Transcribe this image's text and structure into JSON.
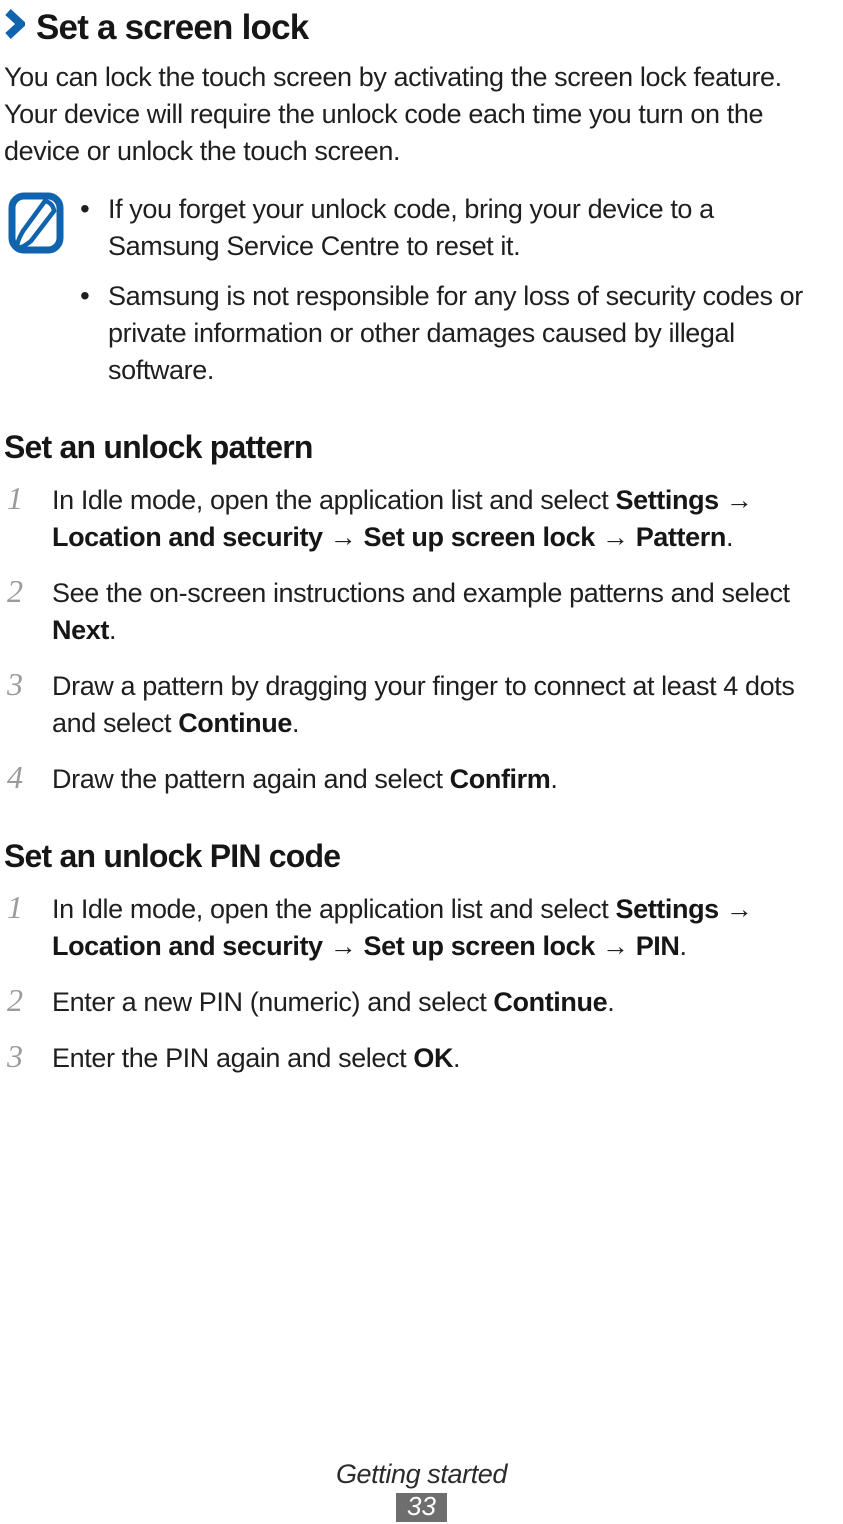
{
  "colors": {
    "accent_blue": "#1063ad",
    "text_black": "#1f1f1f",
    "step_number_gray": "#9b9b9b",
    "page_badge_gray": "#6e6e6e",
    "page_badge_text": "#ffffff"
  },
  "icons": {
    "title_marker": "chevron-right-icon",
    "note": "pencil-note-icon"
  },
  "page": {
    "title": "Set a screen lock",
    "intro": "You can lock the touch screen by activating the screen lock feature. Your device will require the unlock code each time you turn on the device or unlock the touch screen.",
    "note": {
      "bullets": [
        "If you forget your unlock code, bring your device to a Samsung Service Centre to reset it.",
        "Samsung is not responsible for any loss of security codes or private information or other damages caused by illegal software."
      ]
    },
    "sections": [
      {
        "heading": "Set an unlock pattern",
        "steps": [
          {
            "num": "1",
            "segments": [
              {
                "t": "In Idle mode, open the application list and select "
              },
              {
                "t": "Settings",
                "b": true
              },
              {
                "t": " → "
              },
              {
                "t": "Location and security",
                "b": true
              },
              {
                "t": " → "
              },
              {
                "t": "Set up screen lock",
                "b": true
              },
              {
                "t": " → "
              },
              {
                "t": "Pattern",
                "b": true
              },
              {
                "t": "."
              }
            ]
          },
          {
            "num": "2",
            "segments": [
              {
                "t": "See the on-screen instructions and example patterns and select "
              },
              {
                "t": "Next",
                "b": true
              },
              {
                "t": "."
              }
            ]
          },
          {
            "num": "3",
            "segments": [
              {
                "t": "Draw a pattern by dragging your finger to connect at least 4 dots and select "
              },
              {
                "t": "Continue",
                "b": true
              },
              {
                "t": "."
              }
            ]
          },
          {
            "num": "4",
            "segments": [
              {
                "t": "Draw the pattern again and select "
              },
              {
                "t": "Confirm",
                "b": true
              },
              {
                "t": "."
              }
            ]
          }
        ]
      },
      {
        "heading": "Set an unlock PIN code",
        "steps": [
          {
            "num": "1",
            "segments": [
              {
                "t": "In Idle mode, open the application list and select "
              },
              {
                "t": "Settings",
                "b": true
              },
              {
                "t": " → "
              },
              {
                "t": "Location and security",
                "b": true
              },
              {
                "t": " → "
              },
              {
                "t": "Set up screen lock",
                "b": true
              },
              {
                "t": " → "
              },
              {
                "t": "PIN",
                "b": true
              },
              {
                "t": "."
              }
            ]
          },
          {
            "num": "2",
            "segments": [
              {
                "t": "Enter a new PIN (numeric) and select "
              },
              {
                "t": "Continue",
                "b": true
              },
              {
                "t": "."
              }
            ]
          },
          {
            "num": "3",
            "segments": [
              {
                "t": "Enter the PIN again and select "
              },
              {
                "t": "OK",
                "b": true
              },
              {
                "t": "."
              }
            ]
          }
        ]
      }
    ],
    "footer": {
      "chapter": "Getting started",
      "page_number": "33"
    }
  }
}
